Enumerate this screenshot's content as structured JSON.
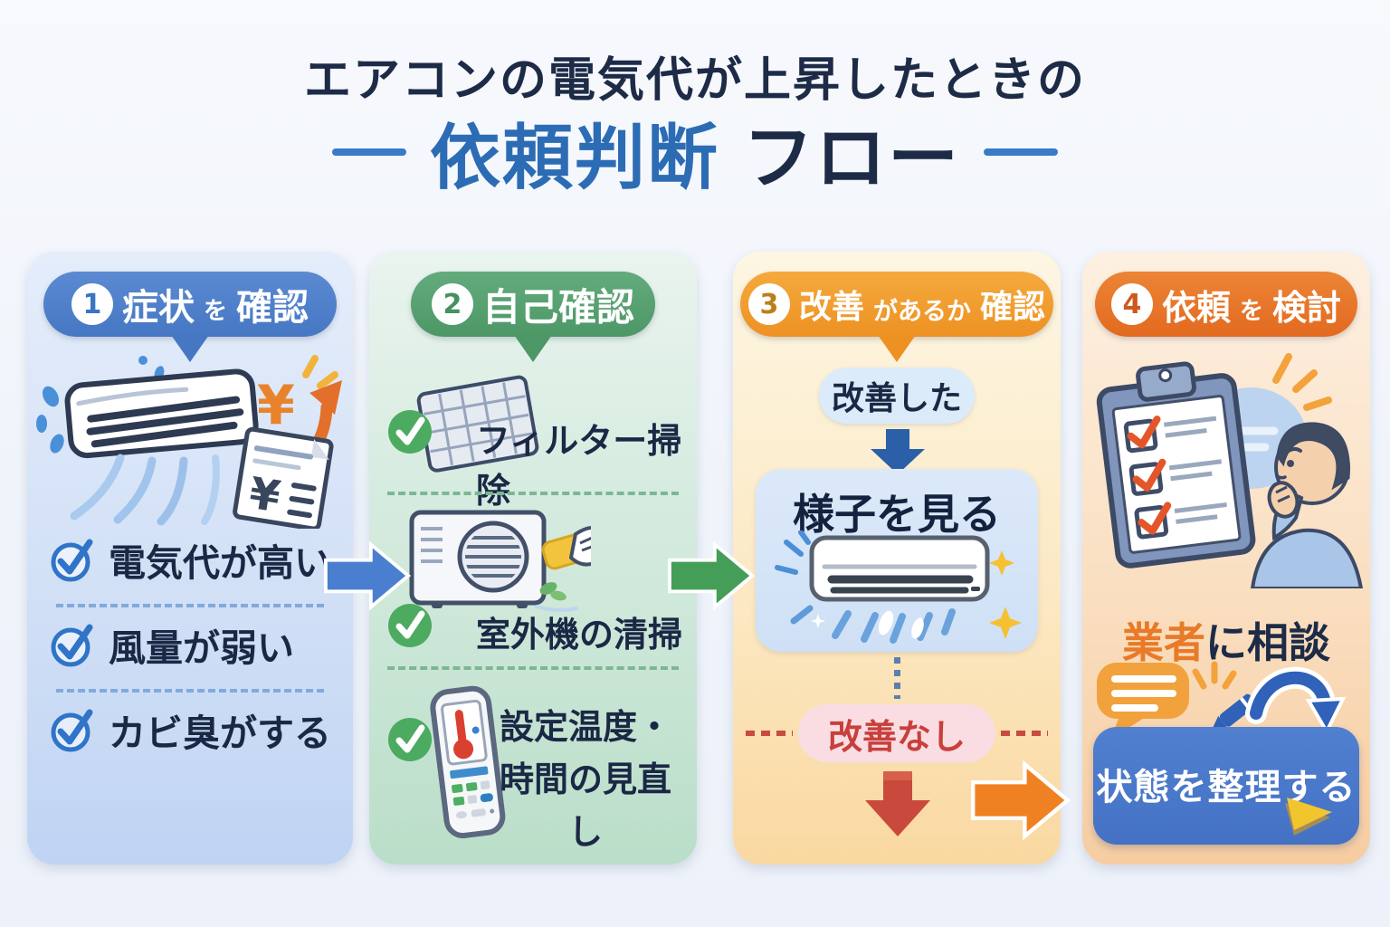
{
  "title": {
    "line1": "エアコンの電気代が上昇したときの",
    "line2_highlight": "依頼判断",
    "line2_rest": "フロー"
  },
  "steps": {
    "step1": {
      "number": "1",
      "header_main1": "症状",
      "header_particle": "を",
      "header_main2": "確認",
      "yen_mark": "¥",
      "symptoms": [
        {
          "label": "電気代が高い"
        },
        {
          "label": "風量が弱い"
        },
        {
          "label": "カビ臭がする"
        }
      ]
    },
    "step2": {
      "number": "2",
      "header": "自己確認",
      "checks": [
        {
          "label": "フィルター掃除"
        },
        {
          "label": "室外機の清掃"
        },
        {
          "label_line1": "設定温度・",
          "label_line2": "時間の見直し"
        }
      ]
    },
    "step3": {
      "number": "3",
      "header_main1": "改善",
      "header_particle": "があるか",
      "header_main2": "確認",
      "improved_label": "改善した",
      "watch_label": "様子を見る",
      "not_improved_label": "改善なし"
    },
    "step4": {
      "number": "4",
      "header_main1": "依頼",
      "header_particle": "を",
      "header_main2": "検討",
      "consult_highlight": "業者",
      "consult_rest": "に相談",
      "action_label": "状態を整理する"
    }
  },
  "icons": {
    "step1_item_icon": "blue-check-circle",
    "step2_item_icon": "green-check-circle",
    "flow_step1_to_2": "blue-right-arrow",
    "flow_step2_to_3": "green-right-arrow",
    "flow_step3_to_4": "orange-right-arrow",
    "improved_flow": "blue-down-arrow",
    "not_improved_flow": "red-down-arrow",
    "action_marker": "yellow-play-triangle"
  },
  "colors": {
    "title_navy": "#1d2b47",
    "title_blue": "#2c6cb5",
    "step1_blue": "#4677c3",
    "step2_green": "#4d9767",
    "step3_orange": "#ee9123",
    "step4_orange": "#e26a1f",
    "improved_bubble_bg": "#dcebf9",
    "not_improved_bg": "#f9dde2",
    "not_improved_red": "#c83f3c",
    "action_box_blue": "#4a76c8"
  }
}
